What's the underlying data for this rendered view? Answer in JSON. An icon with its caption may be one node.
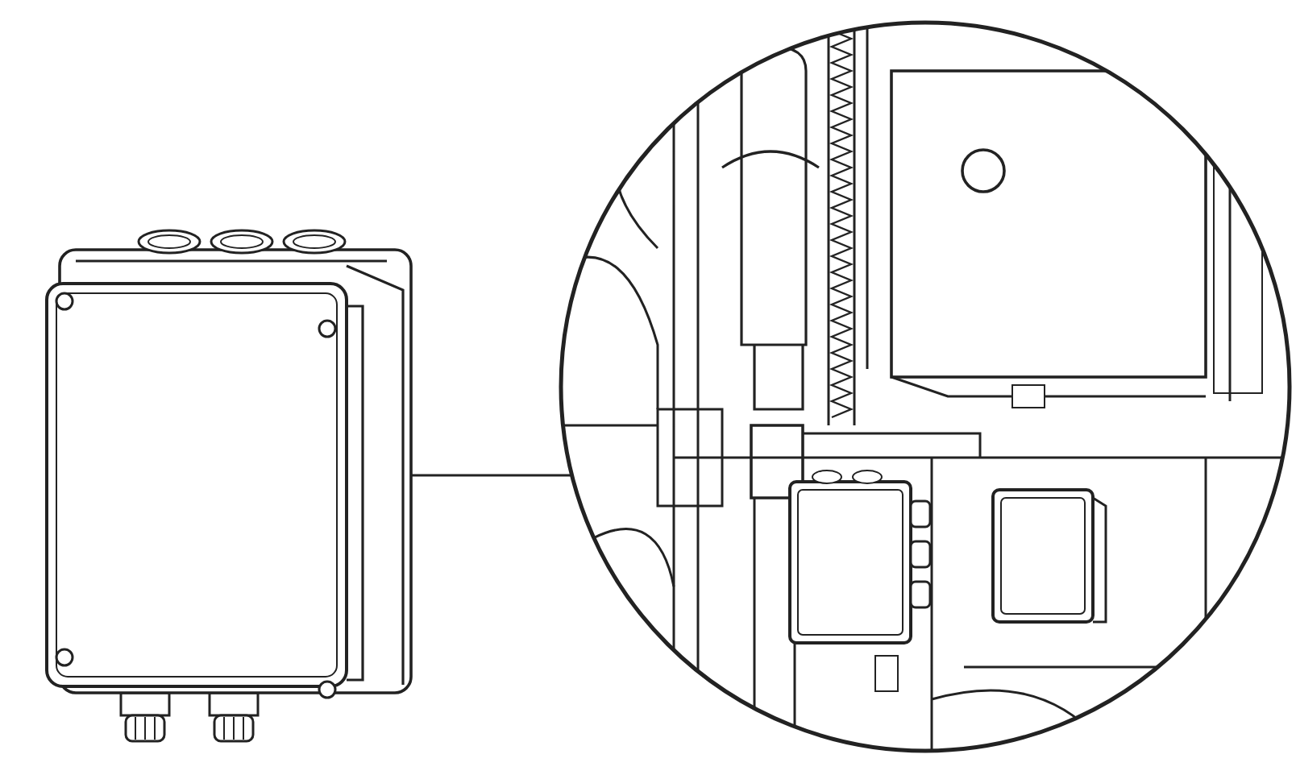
{
  "diagram": {
    "nodes": [
      {
        "text": [],
        "shape": "picture"
      },
      {
        "text": [],
        "shape": "picture"
      }
    ],
    "edges": [
      {
        "from": 0,
        "to": 1,
        "arrow": "none"
      }
    ]
  }
}
